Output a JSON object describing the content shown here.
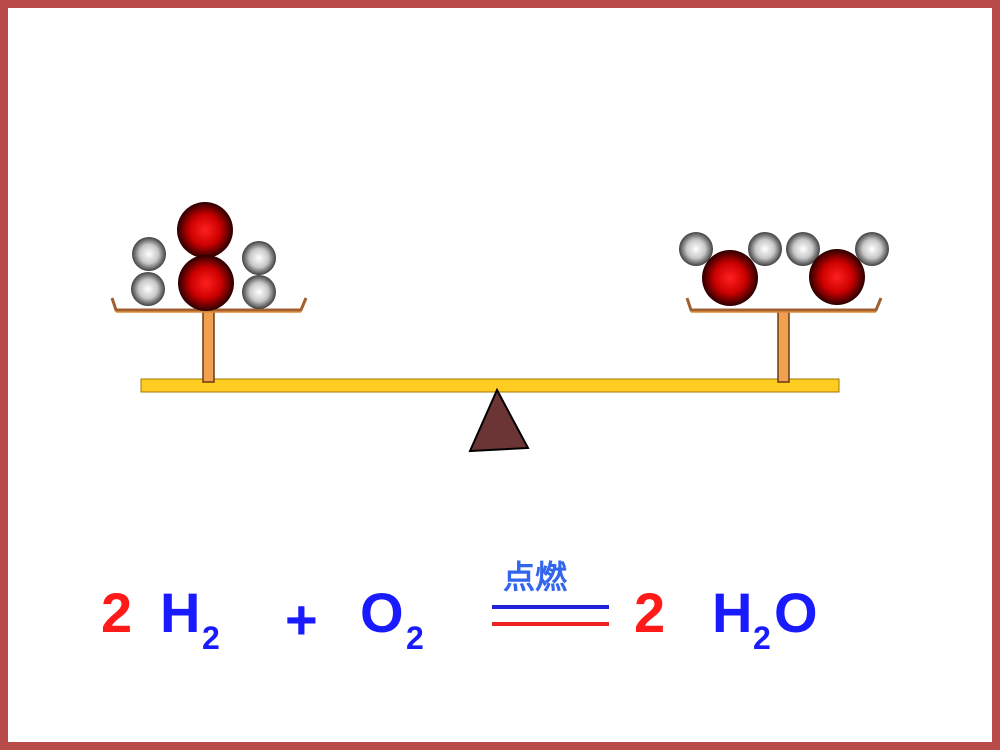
{
  "colors": {
    "frame": "#b84a4a",
    "beam": "#ffcc22",
    "post": "#f0a050",
    "fulcrum": "#6b3535",
    "coefficient": "#ff1a1a",
    "formula": "#1a1aff",
    "arrow_top": "#2222dd",
    "arrow_bottom": "#ee2222"
  },
  "diagram": {
    "left_pan": {
      "contents": "2 H2 + O2",
      "hydrogen_atoms": 4,
      "oxygen_atoms": 2
    },
    "right_pan": {
      "contents": "2 H2O",
      "molecules": 2,
      "hydrogen_atoms": 4,
      "oxygen_atoms": 2
    }
  },
  "equation": {
    "coef_left": "2",
    "reactant1": "H",
    "reactant1_sub": "2",
    "plus": "+",
    "reactant2": "O",
    "reactant2_sub": "2",
    "condition": "点燃",
    "coef_right": "2",
    "product_h": "H",
    "product_sub": "2",
    "product_o": "O"
  }
}
